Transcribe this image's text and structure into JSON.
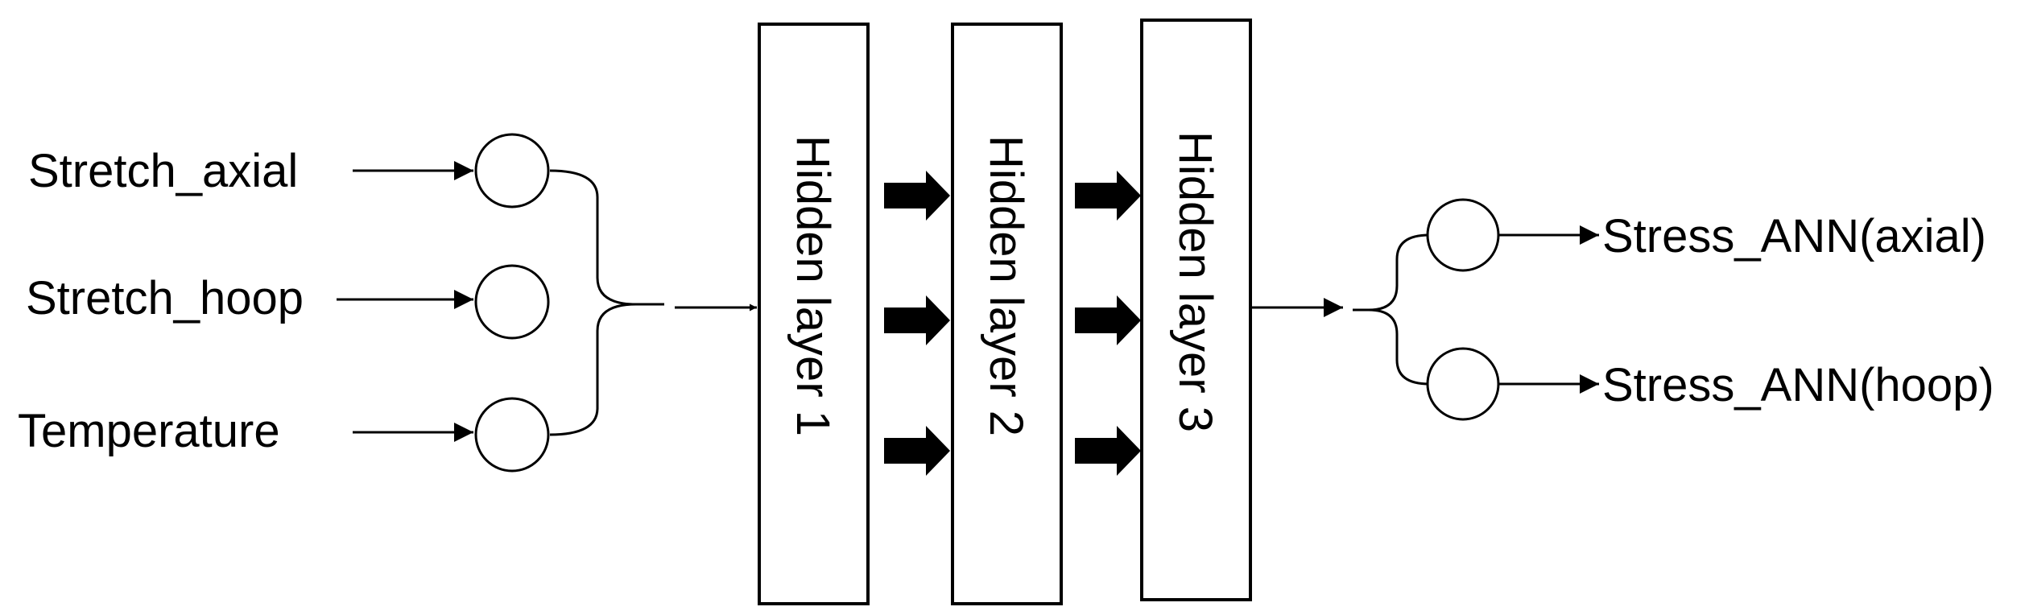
{
  "inputs": [
    {
      "label": "Stretch_axial"
    },
    {
      "label": "Stretch_hoop"
    },
    {
      "label": "Temperature"
    }
  ],
  "hidden_layers": [
    {
      "label": "Hidden layer 1"
    },
    {
      "label": "Hidden layer 2"
    },
    {
      "label": "Hidden layer 3"
    }
  ],
  "outputs": [
    {
      "label": "Stress_ANN(axial)"
    },
    {
      "label": "Stress_ANN(hoop)"
    }
  ],
  "colors": {
    "stroke": "#000000",
    "background": "#ffffff"
  }
}
